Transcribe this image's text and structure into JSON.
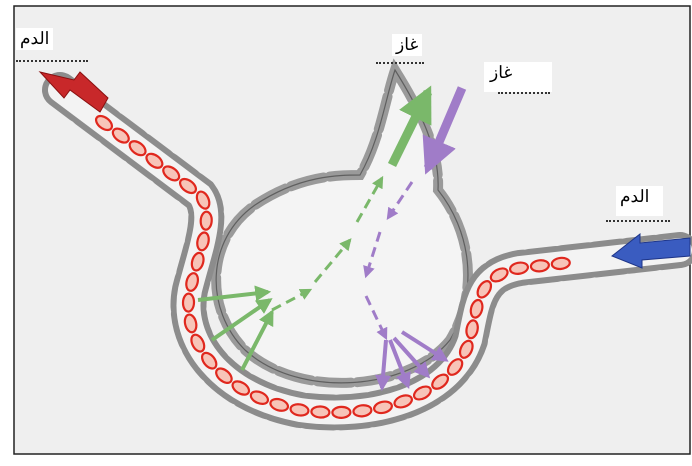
{
  "labels": {
    "blood_out": "الدم",
    "gas_out": "غاز",
    "gas_in": "غاز",
    "blood_in": "الدم"
  },
  "colors": {
    "background": "#efefef",
    "frame": "#222222",
    "vessel_wall": "#8c8c8c",
    "red_cell_fill": "#f7c4b8",
    "red_cell_stroke": "#e0281e",
    "arrow_oxygenated": "#c8282a",
    "arrow_deoxygenated": "#3a5cc0",
    "gas_out_arrow": "#7ab86a",
    "gas_in_arrow": "#a07cc8"
  },
  "icons": [
    "blood-out-arrow",
    "blood-in-arrow",
    "gas-out-arrow",
    "gas-in-arrow"
  ]
}
